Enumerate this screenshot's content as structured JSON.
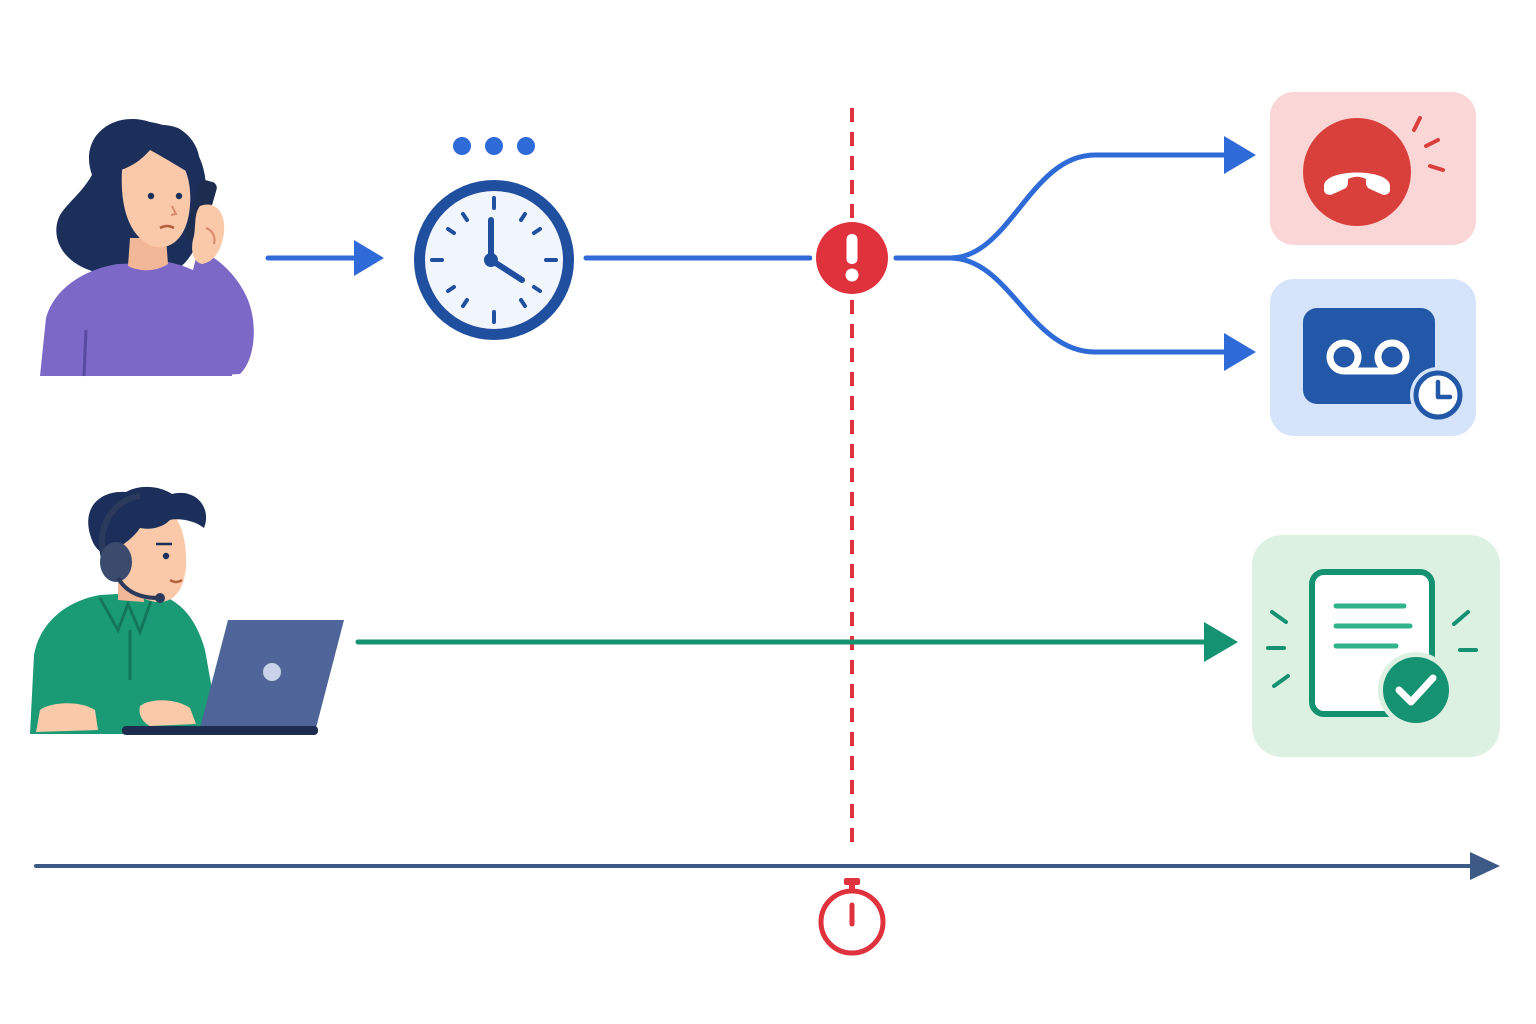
{
  "colors": {
    "flow_blue": "#2f6bd8",
    "flow_green": "#149271",
    "alert_red": "#e0323c",
    "timeline": "#3d5a86",
    "outcome_hangup_bg": "#fbd6d6",
    "outcome_voicemail_bg": "#d5e4fa",
    "outcome_resolved_bg": "#dcf1e2"
  },
  "actors": {
    "caller": {
      "icon": "waiting-caller-person"
    },
    "agent": {
      "icon": "support-agent-with-headset-and-laptop"
    }
  },
  "steps": {
    "queue_wait": {
      "icon": "clock-with-ellipsis"
    },
    "timeout_alert": {
      "icon": "exclamation-alert"
    },
    "deadline_marker": {
      "icon": "stopwatch-icon"
    }
  },
  "outcomes": {
    "hangup": {
      "icon": "hang-up-phone-icon"
    },
    "voicemail": {
      "icon": "voicemail-scheduled-icon"
    },
    "resolved": {
      "icon": "document-checkmark-icon"
    }
  }
}
